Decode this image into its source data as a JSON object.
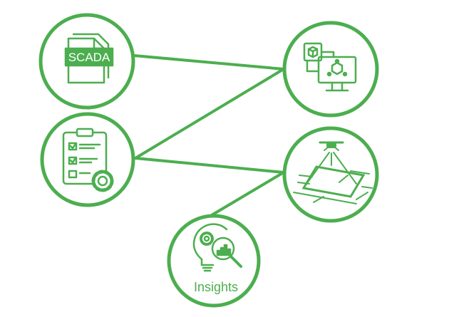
{
  "colors": {
    "accent": "#4cae4f",
    "background": "#ffffff",
    "label_on_accent": "#ffffff"
  },
  "nodes": {
    "scada": {
      "label": "SCADA",
      "icon": "scada-file-icon"
    },
    "checklist": {
      "icon": "checklist-gear-icon"
    },
    "digital_twin": {
      "icon": "monitor-cube-network-icon"
    },
    "drone": {
      "icon": "drone-survey-map-icon"
    },
    "insights": {
      "label": "Insights",
      "icon": "lightbulb-analytics-icon"
    }
  },
  "edges": [
    {
      "from": "scada",
      "to": "digital_twin"
    },
    {
      "from": "checklist",
      "to": "digital_twin"
    },
    {
      "from": "checklist",
      "to": "drone"
    },
    {
      "from": "insights",
      "to": "drone"
    }
  ]
}
